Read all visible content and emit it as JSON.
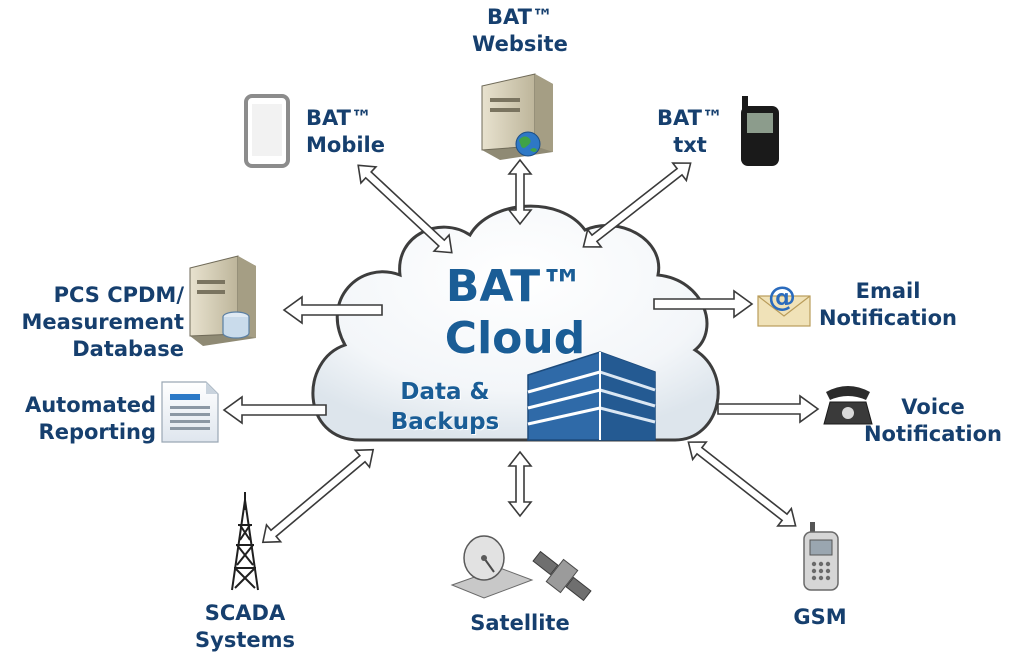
{
  "center": {
    "line1": "BAT™",
    "line2": "Cloud",
    "sub_line1": "Data &",
    "sub_line2": "Backups"
  },
  "nodes": {
    "website": {
      "line1": "BAT™",
      "line2": "Website",
      "icon": "web-server-icon"
    },
    "mobile": {
      "line1": "BAT™",
      "line2": "Mobile",
      "icon": "tablet-icon"
    },
    "txt": {
      "line1": "BAT™",
      "line2": "txt",
      "icon": "cell-phone-icon"
    },
    "database": {
      "line1": "PCS CPDM/",
      "line2": "Measurement",
      "line3": "Database",
      "icon": "database-server-icon"
    },
    "email": {
      "line1": "Email",
      "line2": "Notification",
      "icon": "email-envelope-icon"
    },
    "reporting": {
      "line1": "Automated",
      "line2": "Reporting",
      "icon": "document-icon"
    },
    "voice": {
      "line1": "Voice",
      "line2": "Notification",
      "icon": "telephone-icon"
    },
    "scada": {
      "line1": "SCADA",
      "line2": "Systems",
      "icon": "radio-tower-icon"
    },
    "satellite": {
      "line1": "Satellite",
      "icon": "satellite-dish-icon"
    },
    "gsm": {
      "line1": "GSM",
      "icon": "gsm-phone-icon"
    }
  },
  "colors": {
    "label": "#163f6e",
    "cloud_title": "#1a5d96",
    "building": "#2f6aa8"
  }
}
